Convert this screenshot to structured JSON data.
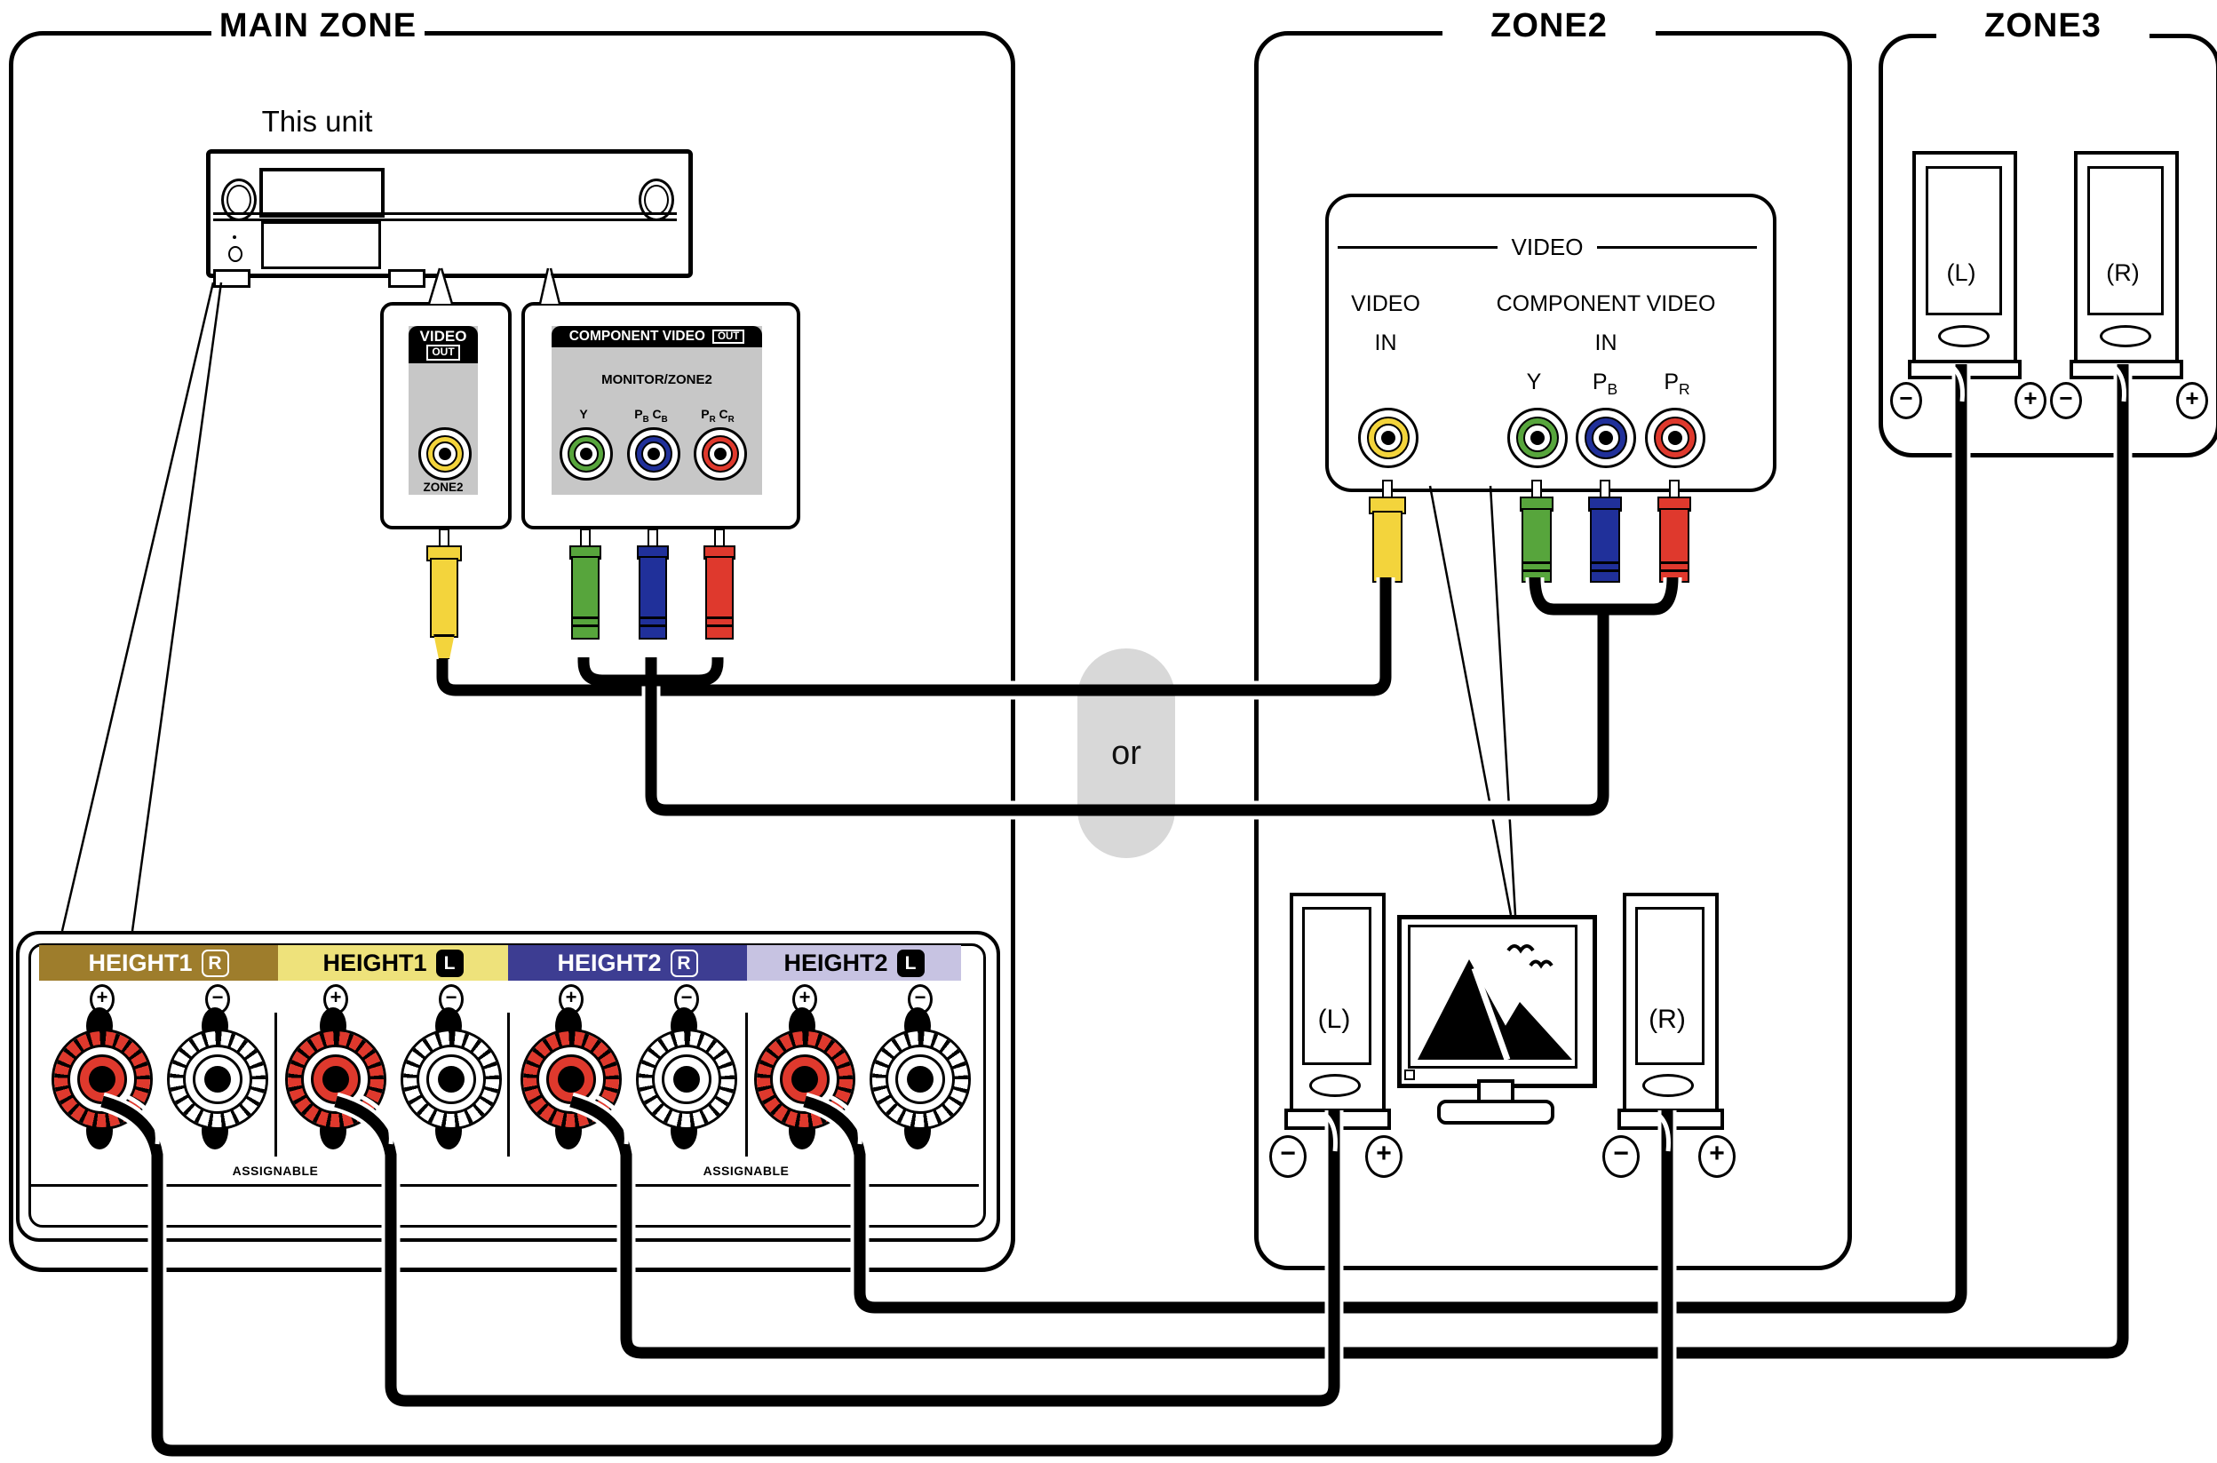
{
  "colors": {
    "yellow": "#f3d43c",
    "green": "#57a53c",
    "blue": "#20309a",
    "red": "#df392d",
    "band1": "#9e7d2c",
    "band2": "#eee27b",
    "band3": "#3d3d92",
    "band4": "#c7c3e2",
    "pill": "#d8d8d8",
    "gray_panel": "#c7c7c7"
  },
  "zones": {
    "main": {
      "title": "MAIN ZONE"
    },
    "zone2": {
      "title": "ZONE2"
    },
    "zone3": {
      "title": "ZONE3"
    }
  },
  "unit": {
    "label": "This unit"
  },
  "video_out_panel": {
    "header": "VIDEO",
    "badge": "OUT",
    "jack_label": "ZONE2"
  },
  "component_out_panel": {
    "header": "COMPONENT VIDEO",
    "badge": "OUT",
    "subtitle": "MONITOR/ZONE2",
    "jacks": [
      {
        "p1": "Y",
        "s1": "",
        "p2": "",
        "s2": ""
      },
      {
        "p1": "P",
        "s1": "B",
        "p2": "C",
        "s2": "B"
      },
      {
        "p1": "P",
        "s1": "R",
        "p2": "C",
        "s2": "R"
      }
    ]
  },
  "or_label": "or",
  "zone2_panel": {
    "title": "VIDEO",
    "col1": "VIDEO",
    "col1_sub": "IN",
    "col2": "COMPONENT VIDEO",
    "col2_sub": "IN",
    "jacks": [
      {
        "p1": "Y",
        "s1": ""
      },
      {
        "p1": "P",
        "s1": "B"
      },
      {
        "p1": "P",
        "s1": "R"
      }
    ]
  },
  "height_panel": {
    "bands": [
      {
        "label": "HEIGHT1",
        "badge": "R"
      },
      {
        "label": "HEIGHT1",
        "badge": "L"
      },
      {
        "label": "HEIGHT2",
        "badge": "R"
      },
      {
        "label": "HEIGHT2",
        "badge": "L"
      }
    ],
    "terminals": [
      "+",
      "−",
      "+",
      "−",
      "+",
      "−",
      "+",
      "−"
    ],
    "assignable": [
      "ASSIGNABLE",
      "ASSIGNABLE"
    ]
  },
  "zone2_room": {
    "speakers": [
      {
        "label": "(L)"
      },
      {
        "label": "(R)"
      }
    ],
    "terminals": [
      "−",
      "+",
      "−",
      "+"
    ]
  },
  "zone3_room": {
    "speakers": [
      {
        "label": "(L)"
      },
      {
        "label": "(R)"
      }
    ],
    "terminals": [
      "−",
      "+",
      "−",
      "+"
    ]
  }
}
